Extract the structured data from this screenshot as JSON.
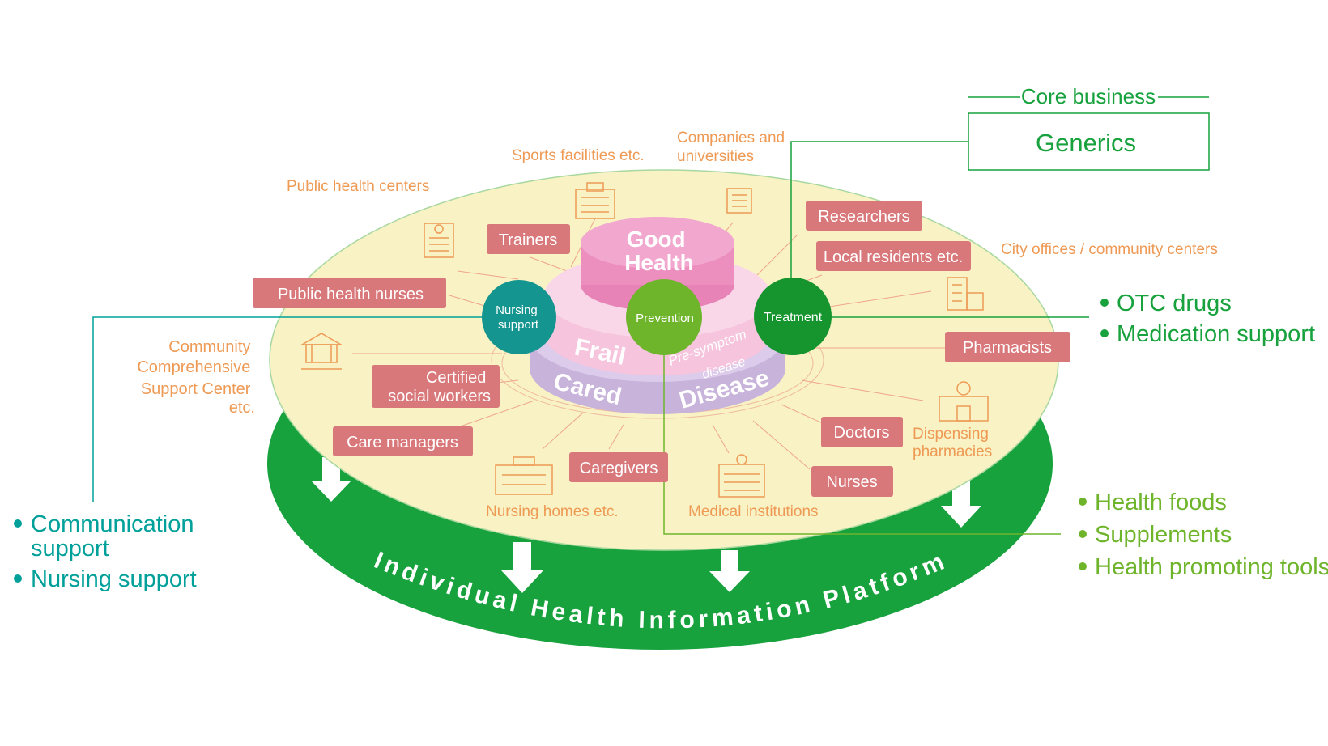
{
  "core": {
    "heading": "Core business",
    "box": "Generics"
  },
  "platform_label": "Individual Health Information Platform",
  "stages": {
    "good_health": [
      "Good",
      "Health"
    ],
    "frail": "Frail",
    "cared": "Cared",
    "pre_symptom": "Pre-symptom",
    "disease_small": "disease",
    "disease": "Disease"
  },
  "hubs": {
    "nursing": [
      "Nursing",
      "support"
    ],
    "prevention": "Prevention",
    "treatment": "Treatment"
  },
  "roles": {
    "trainers": "Trainers",
    "public_health_nurses": "Public health nurses",
    "certified": [
      "Certified",
      "social workers"
    ],
    "care_managers": "Care managers",
    "caregivers": "Caregivers",
    "researchers": "Researchers",
    "local_residents": "Local residents etc.",
    "pharmacists": "Pharmacists",
    "doctors": "Doctors",
    "nurses": "Nurses"
  },
  "places": {
    "sports": "Sports facilities etc.",
    "companies": [
      "Companies and",
      "universities"
    ],
    "public_health_centers": "Public health centers",
    "city_offices": "City offices / community centers",
    "community": [
      "Community",
      "Comprehensive",
      "Support Center",
      "etc."
    ],
    "dispensing": [
      "Dispensing",
      "pharmacies"
    ],
    "nursing_homes": "Nursing homes etc.",
    "medical": "Medical institutions"
  },
  "left_list": [
    "Communication",
    "support",
    "Nursing support"
  ],
  "right_top_list": [
    "OTC drugs",
    "Medication support"
  ],
  "right_bottom_list": [
    "Health foods",
    "Supplements",
    "Health promoting tools"
  ],
  "colors": {
    "platform_green": "#17a23d",
    "disc_fill": "#f8f2c4",
    "role_box": "#d9787a",
    "place_text": "#ee9a55",
    "teal": "#00a09a",
    "hub_teal": "#149590",
    "hub_lime": "#6fb52c",
    "hub_green": "#16952f",
    "pink": "#ef93c3",
    "lavender": "#c8b3da"
  },
  "icons": [
    "building-icon",
    "office-icon",
    "hospital-icon",
    "nursing-home-icon",
    "pharmacy-icon",
    "city-office-icon",
    "community-center-icon"
  ]
}
